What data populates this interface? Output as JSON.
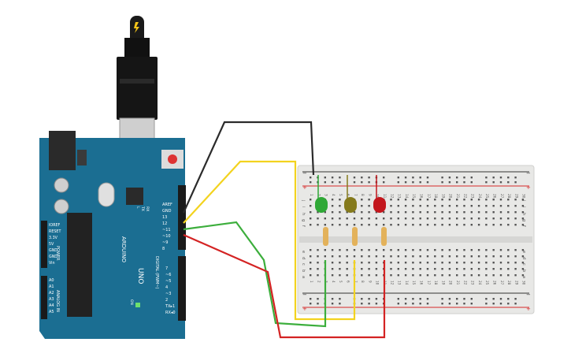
{
  "board": {
    "brand": "ARDUINO",
    "model": "UNO",
    "power_header_labels": [
      "IOREF",
      "RESET",
      "3.3V",
      "5V",
      "GND",
      "GND",
      "Vin"
    ],
    "power_title": "POWER",
    "analog_labels": [
      "A0",
      "A1",
      "A2",
      "A3",
      "A4",
      "A5"
    ],
    "analog_title": "ANALOG IN",
    "digital_top_labels": [
      "AREF",
      "GND",
      "13",
      "12",
      "~11",
      "~10",
      "~9",
      "8"
    ],
    "digital_bottom_labels": [
      "7",
      "~6",
      "~5",
      "4",
      "~3",
      "2",
      "TX▸1",
      "RX◂0"
    ],
    "digital_title": "DIGITAL (PWM~)",
    "on_label": "ON",
    "led_labels": [
      "L",
      "TX",
      "RX"
    ]
  },
  "breadboard": {
    "column_numbers": [
      "1",
      "2",
      "3",
      "4",
      "5",
      "6",
      "7",
      "8",
      "9",
      "10",
      "11",
      "12",
      "13",
      "14",
      "15",
      "16",
      "17",
      "18",
      "19",
      "20",
      "21",
      "22",
      "23",
      "24",
      "25",
      "26",
      "27",
      "28",
      "29",
      "30"
    ],
    "top_row_letters": [
      "j",
      "i",
      "h",
      "g",
      "f"
    ],
    "bottom_row_letters": [
      "e",
      "d",
      "c",
      "b",
      "a"
    ],
    "plus_sign": "+",
    "minus_sign": "−"
  },
  "leds": [
    {
      "color_name": "green",
      "color": "#2fa836"
    },
    {
      "color_name": "yellow",
      "color": "#857a1c"
    },
    {
      "color_name": "red",
      "color": "#c3161c"
    }
  ],
  "wires": [
    {
      "name": "gnd",
      "color": "#2b2b2b"
    },
    {
      "name": "pin12",
      "color": "#f3d31f"
    },
    {
      "name": "pin11",
      "color": "#3cae3c"
    },
    {
      "name": "pin10",
      "color": "#d42323"
    }
  ],
  "colors": {
    "board_blue": "#1b6e92",
    "breadboard": "#e8e8e6",
    "rail_red": "#d62828",
    "rail_black": "#333333"
  }
}
